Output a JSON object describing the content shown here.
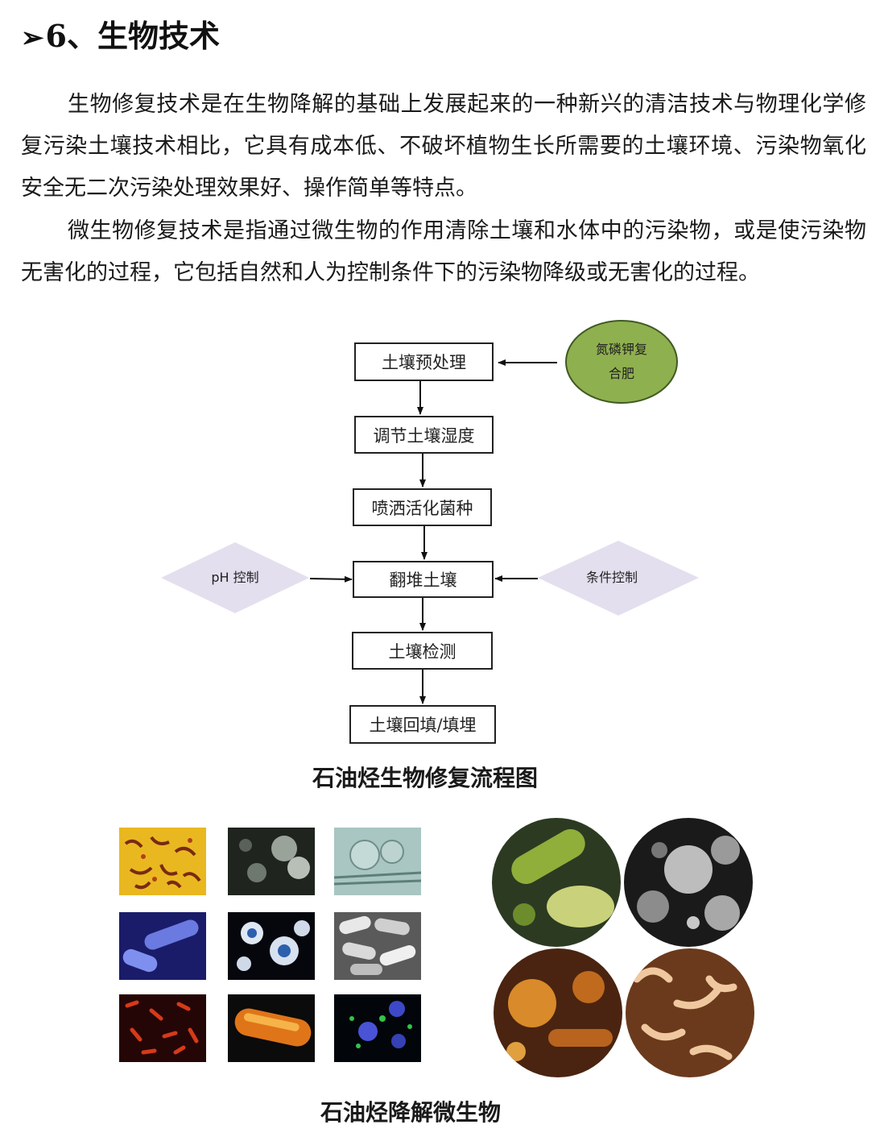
{
  "heading": {
    "marker": "➢",
    "text": "6、生物技术"
  },
  "paragraphs": [
    "生物修复技术是在生物降解的基础上发展起来的一种新兴的清洁技术与物理化学修复污染土壤技术相比，它具有成本低、不破坏植物生长所需要的土壤环境、污染物氧化安全无二次污染处理效果好、操作简单等特点。",
    "微生物修复技术是指通过微生物的作用清除土壤和水体中的污染物，或是使污染物无害化的过程，它包括自然和人为控制条件下的污染物降级或无害化的过程。"
  ],
  "flowchart": {
    "steps": [
      "土壤预处理",
      "调节土壤湿度",
      "喷洒活化菌种",
      "翻堆土壤",
      "土壤检测",
      "土壤回填/填埋"
    ],
    "fertilizer_line1": "氮磷钾复",
    "fertilizer_line2": "合肥",
    "ph_control": "pH 控制",
    "condition_control": "条件控制",
    "colors": {
      "ellipse_fill": "#8fb04f",
      "ellipse_border": "#3f5a22",
      "diamond_fill": "#e4dfee"
    }
  },
  "captions": {
    "flowchart": "石油烃生物修复流程图",
    "microbes": "石油烃降解微生物"
  },
  "microbe_tiles": [
    "bacteria-yellow-icon",
    "spheres-gray-icon",
    "fungus-teal-icon",
    "rods-blue-icon",
    "cells-blue-icon",
    "rods-gray-icon",
    "rods-red-icon",
    "rod-orange-icon",
    "cells-green-icon"
  ]
}
